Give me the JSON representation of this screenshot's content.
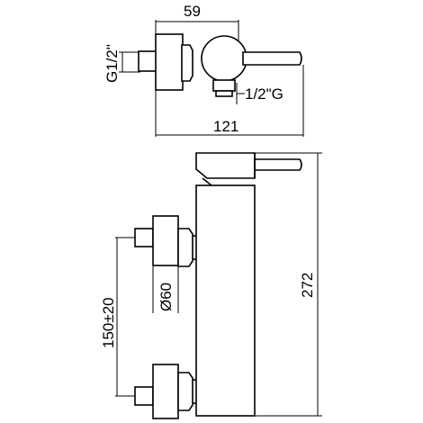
{
  "dimensions": {
    "top_width": "59",
    "inlet_thread": "G1/2\"",
    "outlet_thread": "1/2\"G",
    "overall_depth": "121",
    "overall_height": "272",
    "eccentric_diameter": "Ø60",
    "centre_distance": "150±20"
  }
}
